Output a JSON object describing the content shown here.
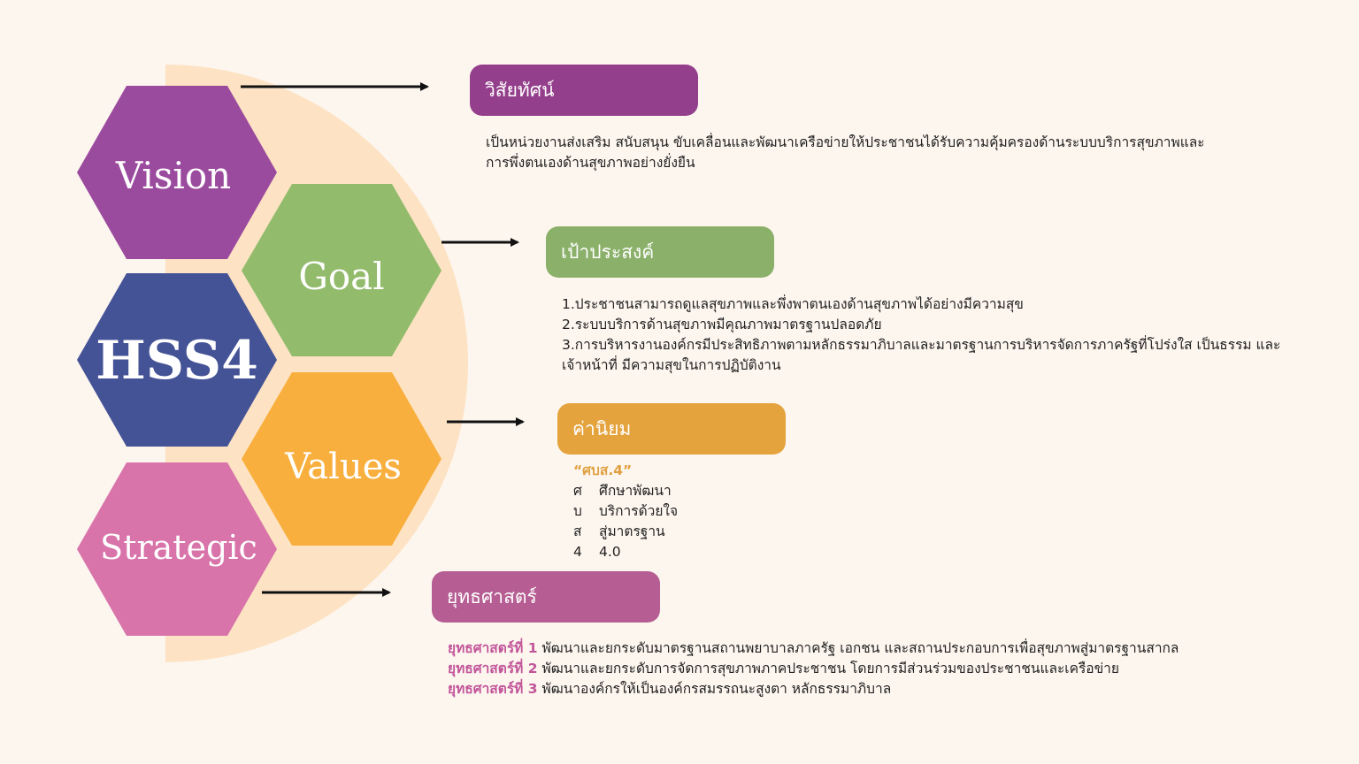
{
  "colors": {
    "background": "#fdf6ef",
    "half_circle": "#fde3c4",
    "vision": "#9b4b9e",
    "goal": "#93bb6c",
    "hss4": "#445296",
    "values": "#f8af3e",
    "strategic": "#d874aa",
    "header_vision": "#943f8c",
    "header_goal": "#8ab069",
    "header_values": "#e5a33d",
    "header_strategy": "#b65e93"
  },
  "hexagons": {
    "vision": "Vision",
    "goal": "Goal",
    "hss4": "HSS4",
    "values": "Values",
    "strategic": "Strategic"
  },
  "vision": {
    "header": "วิสัยทัศน์",
    "lines": [
      "เป็นหน่วยงานส่งเสริม สนับสนุน ขับเคลื่อนและพัฒนาเครือข่ายให้ประชาชนได้รับความคุ้มครองด้านระบบบริการสุขภาพและ",
      "การพึ่งตนเองด้านสุขภาพอย่างยั่งยืน"
    ]
  },
  "goal": {
    "header": "เป้าประสงค์",
    "lines": [
      "1.ประชาชนสามารถดูแลสุขภาพและพึ่งพาตนเองด้านสุขภาพได้อย่างมีความสุข",
      "2.ระบบบริการด้านสุขภาพมีคุณภาพมาตรฐานปลอดภัย",
      "3.การบริหารงานองค์กรมีประสิทธิภาพตามหลักธรรมาภิบาลและมาตรฐานการบริหารจัดการภาครัฐที่โปร่งใส เป็นธรรม และ",
      "เจ้าหน้าที่ มีความสุขในการปฏิบัติงาน"
    ]
  },
  "values": {
    "header": "ค่านิยม",
    "motto": "“ศบส.4”",
    "items": [
      {
        "letter": "ศ",
        "text": "ศึกษาพัฒนา"
      },
      {
        "letter": "บ",
        "text": "บริการด้วยใจ"
      },
      {
        "letter": "ส",
        "text": "สู่มาตรฐาน"
      },
      {
        "letter": "4",
        "text": "4.0"
      }
    ]
  },
  "strategy": {
    "header": "ยุทธศาสตร์",
    "items": [
      {
        "label": "ยุทธศาสตร์ที่ 1",
        "text": " พัฒนาและยกระดับมาตรฐานสถานพยาบาลภาครัฐ เอกชน และสถานประกอบการเพื่อสุขภาพสู่มาตรฐานสากล"
      },
      {
        "label": "ยุทธศาสตร์ที่ 2",
        "text": " พัฒนาและยกระดับการจัดการสุขภาพภาคประชาชน โดยการมีส่วนร่วมของประชาชนและเครือข่าย"
      },
      {
        "label": "ยุทธศาสตร์ที่ 3",
        "text": " พัฒนาองค์กรให้เป็นองค์กรสมรรถนะสูงตา หลักธรรมาภิบาล"
      }
    ]
  }
}
